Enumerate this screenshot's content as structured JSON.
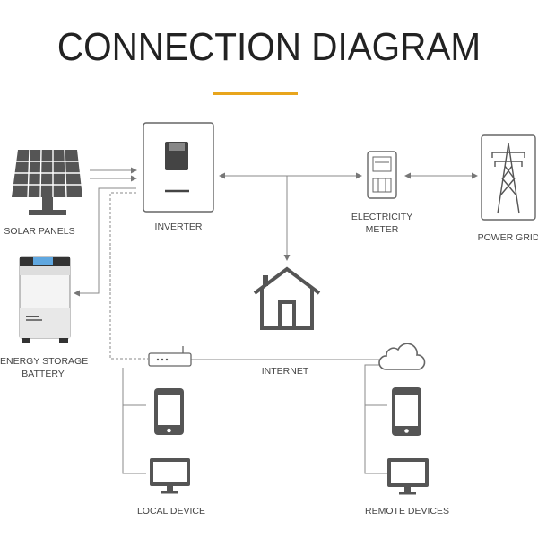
{
  "title": "CONNECTION DIAGRAM",
  "colors": {
    "accent": "#e8a51d",
    "line": "#888888",
    "icon": "#555555"
  },
  "nodes": {
    "solar_panels": {
      "label": "SOLAR PANELS",
      "icon": "solar-panel-icon"
    },
    "battery": {
      "label_line1": "ENERGY STORAGE",
      "label_line2": "BATTERY",
      "icon": "battery-cabinet-icon"
    },
    "inverter": {
      "label": "INVERTER",
      "icon": "inverter-icon"
    },
    "meter": {
      "label_line1": "ELECTRICITY",
      "label_line2": "METER",
      "icon": "electricity-meter-icon"
    },
    "grid": {
      "label": "POWER GRID",
      "icon": "power-tower-icon"
    },
    "house": {
      "icon": "house-icon"
    },
    "internet": {
      "label": "INTERNET",
      "icon": "router-icon"
    },
    "cloud": {
      "icon": "cloud-icon"
    },
    "local_device": {
      "label": "LOCAL DEVICE",
      "icons": [
        "smartphone-icon",
        "monitor-icon"
      ]
    },
    "remote_devices": {
      "label": "REMOTE DEVICES",
      "icons": [
        "smartphone-icon",
        "monitor-icon"
      ]
    }
  }
}
